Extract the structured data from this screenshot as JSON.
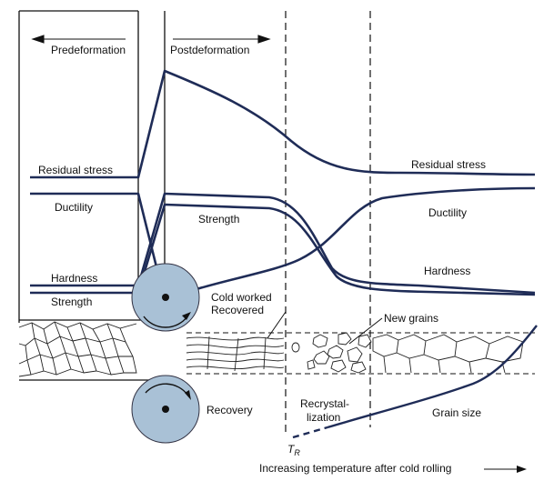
{
  "arrows": {
    "predeformation": "Predeformation",
    "postdeformation": "Postdeformation"
  },
  "left_labels": {
    "residual_stress": "Residual stress",
    "ductility": "Ductility",
    "hardness": "Hardness",
    "strength": "Strength"
  },
  "curve_labels": {
    "strength": "Strength",
    "residual_stress": "Residual stress",
    "ductility": "Ductility",
    "hardness": "Hardness",
    "grain_size": "Grain size"
  },
  "microstructure": {
    "cold_worked": "Cold worked",
    "recovered": "Recovered",
    "new_grains": "New grains"
  },
  "stages": {
    "recovery": "Recovery",
    "recrystallization_line1": "Recrystal-",
    "recrystallization_line2": "lization"
  },
  "tr_symbol": "T",
  "tr_subscript": "R",
  "x_axis_label": "Increasing temperature after cold rolling",
  "colors": {
    "roller": "#a9c1d6",
    "line": "#1f2c57",
    "ink": "#111111"
  }
}
